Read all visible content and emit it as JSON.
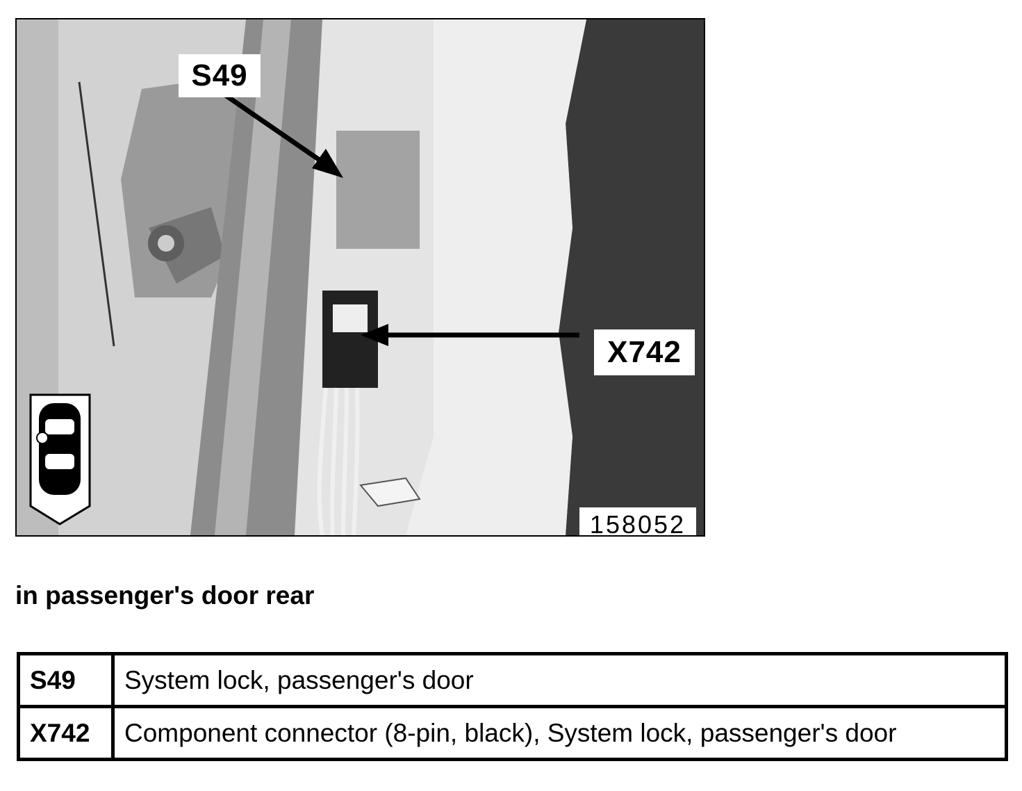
{
  "figure": {
    "callout_s49": "S49",
    "callout_x742": "X742",
    "image_number": "158052",
    "location_icon": "car-top-view-rear-right-door-icon"
  },
  "caption": "in passenger's door rear",
  "legend": [
    {
      "code": "S49",
      "description": "System lock, passenger's door"
    },
    {
      "code": "X742",
      "description": "Component connector (8-pin, black), System lock, passenger's door"
    }
  ]
}
